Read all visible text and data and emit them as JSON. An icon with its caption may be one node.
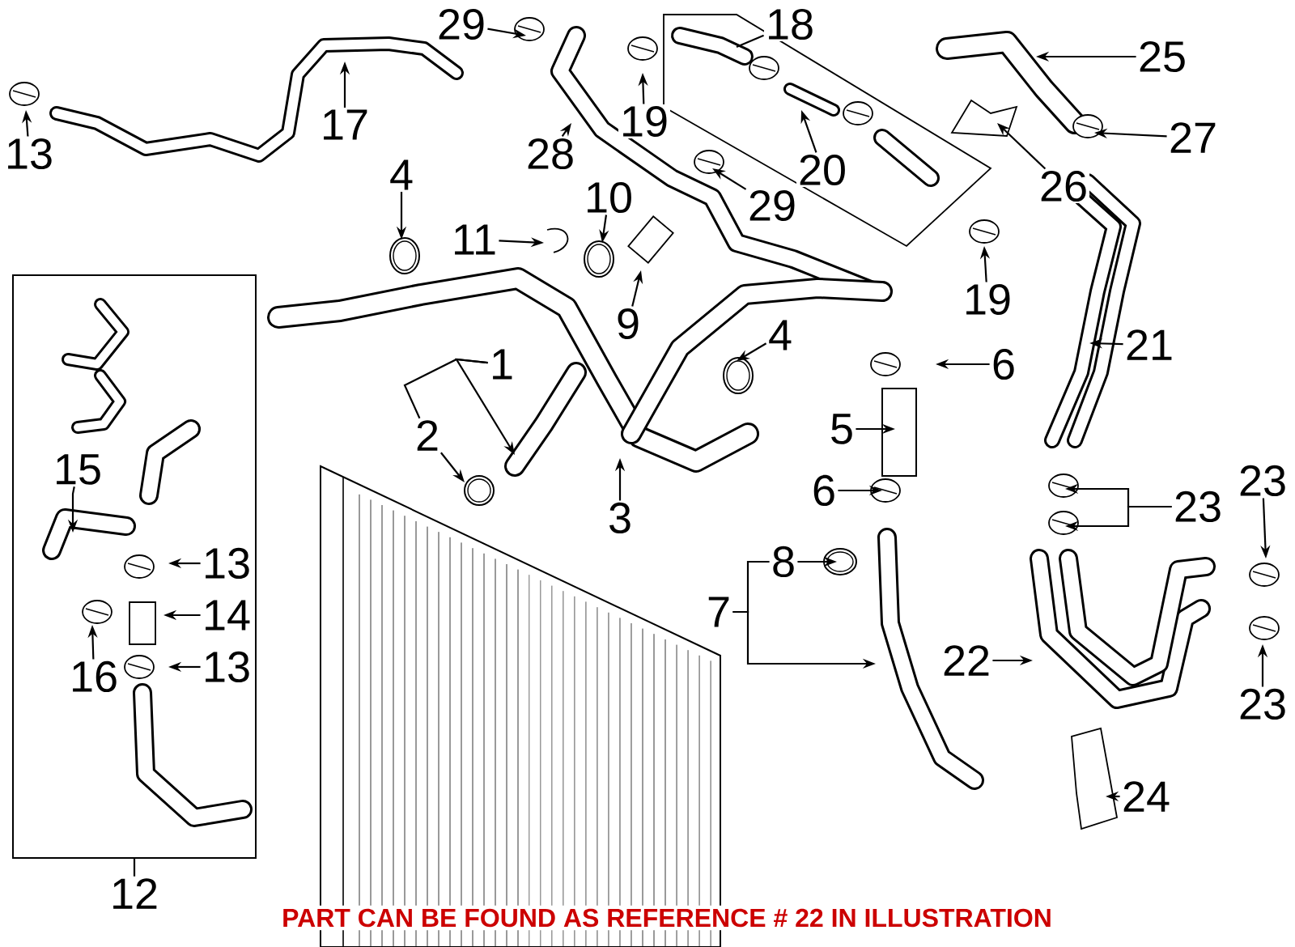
{
  "diagram": {
    "caption": "PART CAN BE FOUND AS REFERENCE # 22 IN ILLUSTRATION",
    "nodes": [
      {
        "text": [
          "29"
        ]
      },
      {
        "text": [
          "18"
        ]
      },
      {
        "text": [
          "25"
        ]
      },
      {
        "text": [
          "17"
        ]
      },
      {
        "text": [
          "19"
        ]
      },
      {
        "text": [
          "27"
        ]
      },
      {
        "text": [
          "13"
        ]
      },
      {
        "text": [
          "28"
        ]
      },
      {
        "text": [
          "20"
        ]
      },
      {
        "text": [
          "4"
        ]
      },
      {
        "text": [
          "26"
        ]
      },
      {
        "text": [
          "10"
        ]
      },
      {
        "text": [
          "29"
        ]
      },
      {
        "text": [
          "11"
        ]
      },
      {
        "text": [
          "19"
        ]
      },
      {
        "text": [
          "9"
        ]
      },
      {
        "text": [
          "4"
        ]
      },
      {
        "text": [
          "21"
        ]
      },
      {
        "text": [
          "6"
        ]
      },
      {
        "text": [
          "1"
        ]
      },
      {
        "text": [
          "2"
        ]
      },
      {
        "text": [
          "5"
        ]
      },
      {
        "text": [
          "23"
        ]
      },
      {
        "text": [
          "6"
        ]
      },
      {
        "text": [
          "23"
        ]
      },
      {
        "text": [
          "3"
        ]
      },
      {
        "text": [],
        "shape": "box"
      },
      {
        "text": [
          "15"
        ],
        "in": 26
      },
      {
        "text": [
          "13"
        ],
        "in": 26
      },
      {
        "text": [
          "14"
        ],
        "in": 26
      },
      {
        "text": [
          "16"
        ],
        "in": 26
      },
      {
        "text": [
          "13"
        ],
        "in": 26
      },
      {
        "text": [
          "8"
        ]
      },
      {
        "text": [
          "7"
        ]
      },
      {
        "text": [
          "22"
        ]
      },
      {
        "text": [
          "23"
        ]
      },
      {
        "text": [
          "24"
        ]
      },
      {
        "text": [
          "12"
        ]
      }
    ],
    "edges": [
      {
        "from": 0,
        "to": null,
        "arrow": "to"
      },
      {
        "from": 1,
        "to": null,
        "arrow": "none"
      },
      {
        "from": 2,
        "to": null,
        "arrow": "to"
      },
      {
        "from": 3,
        "to": null,
        "arrow": "to"
      },
      {
        "from": 4,
        "to": null,
        "arrow": "to"
      },
      {
        "from": 5,
        "to": null,
        "arrow": "to"
      },
      {
        "from": 6,
        "to": null,
        "arrow": "to"
      },
      {
        "from": 7,
        "to": null,
        "arrow": "to"
      },
      {
        "from": 8,
        "to": null,
        "arrow": "to"
      },
      {
        "from": 9,
        "to": null,
        "arrow": "to"
      },
      {
        "from": 10,
        "to": null,
        "arrow": "to"
      },
      {
        "from": 11,
        "to": null,
        "arrow": "to"
      },
      {
        "from": 12,
        "to": null,
        "arrow": "to"
      },
      {
        "from": 13,
        "to": null,
        "arrow": "to"
      },
      {
        "from": 14,
        "to": null,
        "arrow": "to"
      },
      {
        "from": 15,
        "to": null,
        "arrow": "to"
      },
      {
        "from": 16,
        "to": null,
        "arrow": "to"
      },
      {
        "from": 17,
        "to": null,
        "arrow": "to"
      },
      {
        "from": 18,
        "to": null,
        "arrow": "to"
      },
      {
        "from": 19,
        "to": null,
        "arrow": "to"
      },
      {
        "from": 20,
        "to": null,
        "arrow": "to"
      },
      {
        "from": 21,
        "to": null,
        "arrow": "to"
      },
      {
        "from": 22,
        "to": null,
        "arrow": "to"
      },
      {
        "from": 23,
        "to": null,
        "arrow": "to"
      },
      {
        "from": 24,
        "to": null,
        "arrow": "to"
      },
      {
        "from": 24,
        "to": null,
        "arrow": "to"
      },
      {
        "from": 25,
        "to": null,
        "arrow": "to"
      },
      {
        "from": 27,
        "to": null,
        "arrow": "to"
      },
      {
        "from": 28,
        "to": null,
        "arrow": "to"
      },
      {
        "from": 29,
        "to": null,
        "arrow": "to"
      },
      {
        "from": 30,
        "to": null,
        "arrow": "to"
      },
      {
        "from": 31,
        "to": null,
        "arrow": "to"
      },
      {
        "from": 32,
        "to": null,
        "arrow": "to"
      },
      {
        "from": 33,
        "to": null,
        "arrow": "to"
      },
      {
        "from": 34,
        "to": null,
        "arrow": "to"
      },
      {
        "from": 35,
        "to": null,
        "arrow": "to"
      },
      {
        "from": 36,
        "to": null,
        "arrow": "to"
      },
      {
        "from": 37,
        "to": 26,
        "arrow": "none"
      },
      {
        "from": 19,
        "to": 20,
        "arrow": "none"
      },
      {
        "from": 33,
        "to": 32,
        "arrow": "none"
      }
    ]
  }
}
